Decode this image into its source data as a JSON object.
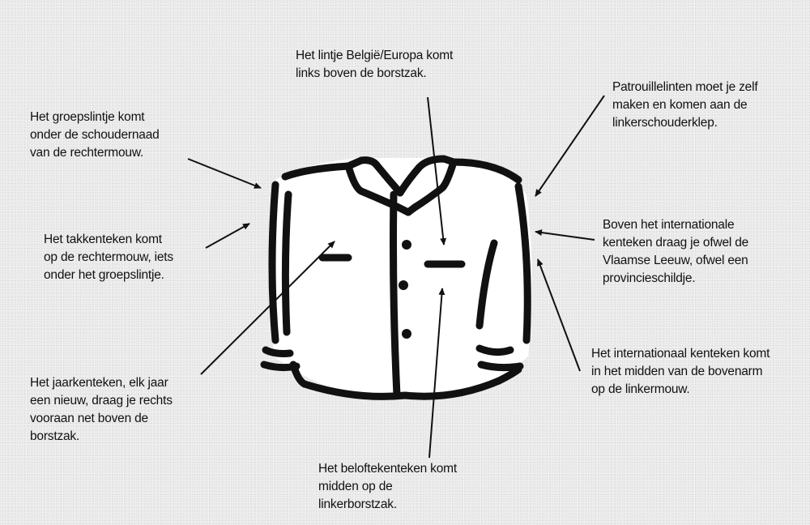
{
  "labels": {
    "lintje_belgie": "Het lintje België/Europa komt\nlinks boven de borstzak.",
    "patrouillelinten": "Patrouillelinten moet je zelf\nmaken en komen aan de\nlinkerschouderklep.",
    "groepslintje": "Het groepslintje komt\nonder de schoudernaad\nvan de rechtermouw.",
    "takkenteken": "Het takkenteken komt\nop de rechtermouw, iets\nonder het groepslintje.",
    "vlaamse_leeuw": "Boven het internationale\nkenteken draag je ofwel de\nVlaamse Leeuw, ofwel een\nprovincieschildje.",
    "internationaal": "Het internationaal kenteken komt\nin het midden van de bovenarm\nop de linkermouw.",
    "jaarkenteken": "Het jaarkenteken, elk jaar\neen nieuw, draag je rechts\nvooraan net boven de\nborstzak.",
    "belofte": "Het beloftekenteken komt\nmidden op de\nlinkerborstzak."
  },
  "colors": {
    "background": "#eeeeee",
    "ink": "#111111",
    "shirt_fill": "#ffffff"
  }
}
